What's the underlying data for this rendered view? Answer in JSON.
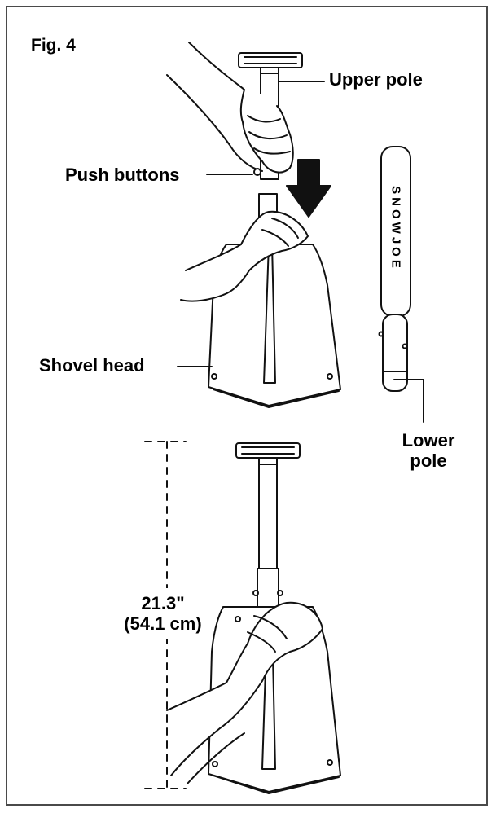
{
  "figure": {
    "label": "Fig. 4",
    "upper_pole_label": "Upper pole",
    "push_buttons_label": "Push buttons",
    "shovel_head_label": "Shovel head",
    "lower_pole_label_line1": "Lower",
    "lower_pole_label_line2": "pole",
    "brand_text": "SNOWJOE",
    "length_imperial": "21.3\"",
    "length_metric": "(54.1 cm)"
  }
}
